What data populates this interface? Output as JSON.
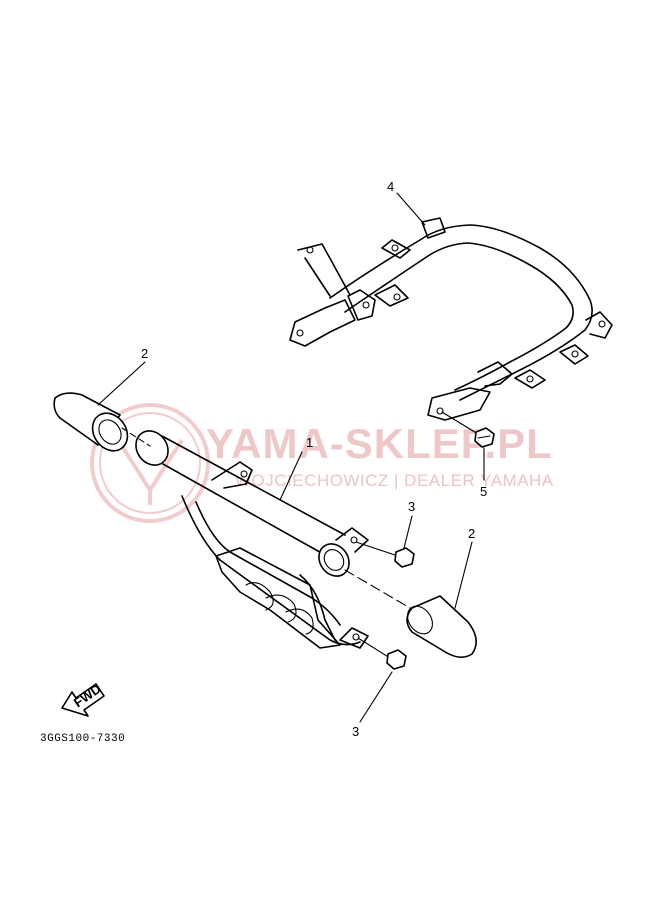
{
  "watermark": {
    "title": "YAMA-SKLEP.PL",
    "subtitle": "WOJCIECHOWICZ | DEALER YAMAHA",
    "color": "#e9b5b5"
  },
  "callouts": [
    {
      "number": "1",
      "part": "guard-bar"
    },
    {
      "number": "2",
      "part": "end-cap-left"
    },
    {
      "number": "2",
      "part": "end-cap-right"
    },
    {
      "number": "3",
      "part": "bolt-upper"
    },
    {
      "number": "3",
      "part": "bolt-lower"
    },
    {
      "number": "4",
      "part": "rear-carrier-frame"
    },
    {
      "number": "5",
      "part": "carrier-bolt"
    }
  ],
  "direction_label": "FWD",
  "diagram_code": "3GGS100-7330"
}
